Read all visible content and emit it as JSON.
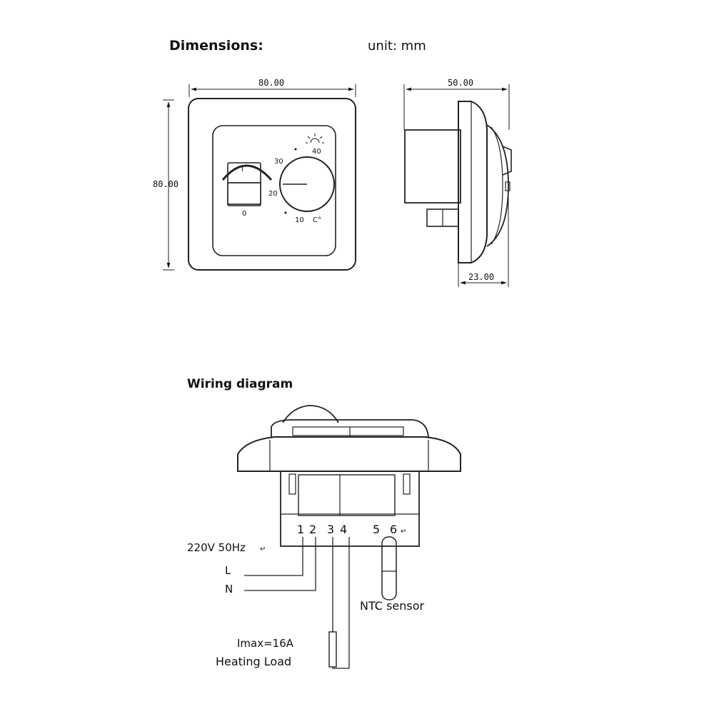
{
  "dimensions": {
    "title": "Dimensions:",
    "unit": "unit: mm",
    "front_width": "80.00",
    "front_height": "80.00",
    "side_depth": "50.00",
    "side_plate": "23.00"
  },
  "dial": {
    "switch_on": "I",
    "switch_off": "0",
    "marks": [
      "10",
      "20",
      "30",
      "40"
    ],
    "unit_symbol": "C°"
  },
  "wiring": {
    "title": "Wiring diagram",
    "terminals": [
      "1",
      "2",
      "3",
      "4",
      "5",
      "6"
    ],
    "supply": "220V 50Hz",
    "line": "L",
    "neutral": "N",
    "sensor": "NTC sensor",
    "current": "Imax=16A",
    "load": "Heating Load"
  }
}
